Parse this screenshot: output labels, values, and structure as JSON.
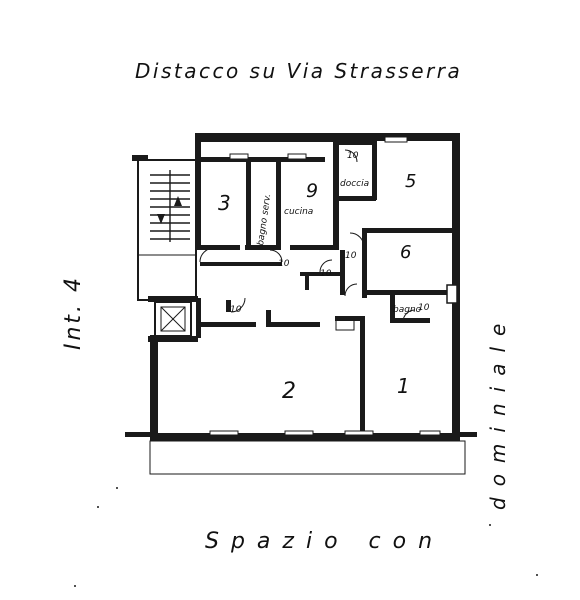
{
  "labels": {
    "top": "Distacco su Via Strasserra",
    "left": "Int. 4",
    "bottom": "Spazio con",
    "right": "dominiale"
  },
  "rooms": {
    "r3": "3",
    "bagno_serv": "bagno serv.",
    "r9": "9",
    "cucina": "cucina",
    "r10_doccia": "10",
    "doccia": "doccia",
    "r5": "5",
    "r10_hall": "10",
    "r10_mid": "10",
    "r10_small": "10",
    "r10_lower": "10",
    "r6": "6",
    "bagno": "bagno",
    "r10_bagno": "10",
    "r2": "2",
    "r1": "1"
  },
  "colors": {
    "ink": "#1a1a1a",
    "paper": "#ffffff"
  },
  "icons": {
    "stairs": "stairs-icon",
    "lift": "elevator-icon"
  }
}
